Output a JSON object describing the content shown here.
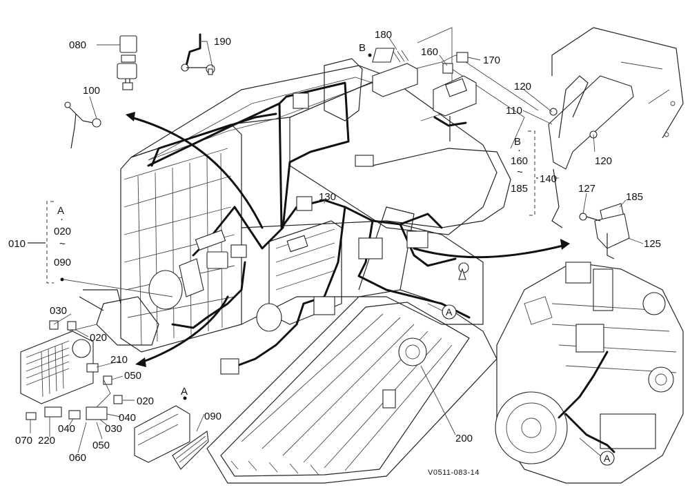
{
  "figure": {
    "reference_code": "V0511-083-14"
  },
  "callouts": {
    "p080": "080",
    "p190": "190",
    "p180": "180",
    "p160": "160",
    "p170": "170",
    "p100": "100",
    "p120a": "120",
    "p110": "110",
    "p120b": "120",
    "p140": "140",
    "p127": "127",
    "p185": "185",
    "p125": "125",
    "p010": "010",
    "p130": "130",
    "p030a": "030",
    "p020a": "020",
    "p210": "210",
    "p050a": "050",
    "p020b": "020",
    "p040a": "040",
    "p070": "070",
    "p220": "220",
    "p040b": "040",
    "p030b": "030",
    "p060": "060",
    "p050b": "050",
    "p090": "090",
    "p200": "200"
  },
  "groups": {
    "group_a": {
      "letter": "A",
      "dot": "·",
      "from": "020",
      "tilde": "~",
      "to": "090"
    },
    "group_b": {
      "letter": "B",
      "dot": "·",
      "from": "160",
      "tilde": "~",
      "to": "185"
    }
  },
  "markers": {
    "b_top": "B",
    "a_circle_left": "A",
    "a_circle_right": "A",
    "a_box": "A"
  }
}
